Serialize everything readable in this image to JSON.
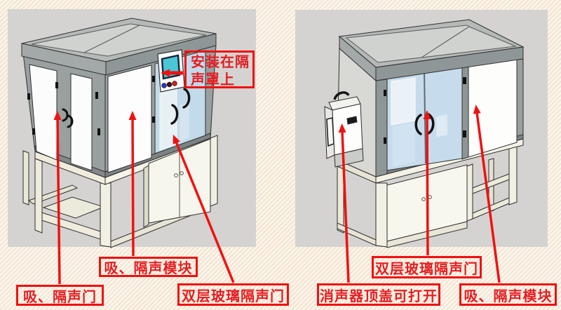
{
  "page": {
    "background_color": "#fbf5eb",
    "stripe_color": "#f2e1cd",
    "panel_background": "#d4d3d1",
    "annotation_border_color": "#f01010",
    "annotation_text_color": "#e51d22"
  },
  "labels": [
    {
      "id": "install-note",
      "text": "安装在隔声罩上"
    },
    {
      "id": "absorb-sound-door",
      "text": "吸、隔声门"
    },
    {
      "id": "absorb-sound-module-left",
      "text": "吸、隔声模块"
    },
    {
      "id": "double-glass-door-left",
      "text": "双层玻璃隔声门"
    },
    {
      "id": "double-glass-door-right",
      "text": "双层玻璃隔声门"
    },
    {
      "id": "silencer-top-openable",
      "text": "消声器顶盖可打开"
    },
    {
      "id": "absorb-sound-module-right",
      "text": "吸、隔声模块"
    }
  ]
}
